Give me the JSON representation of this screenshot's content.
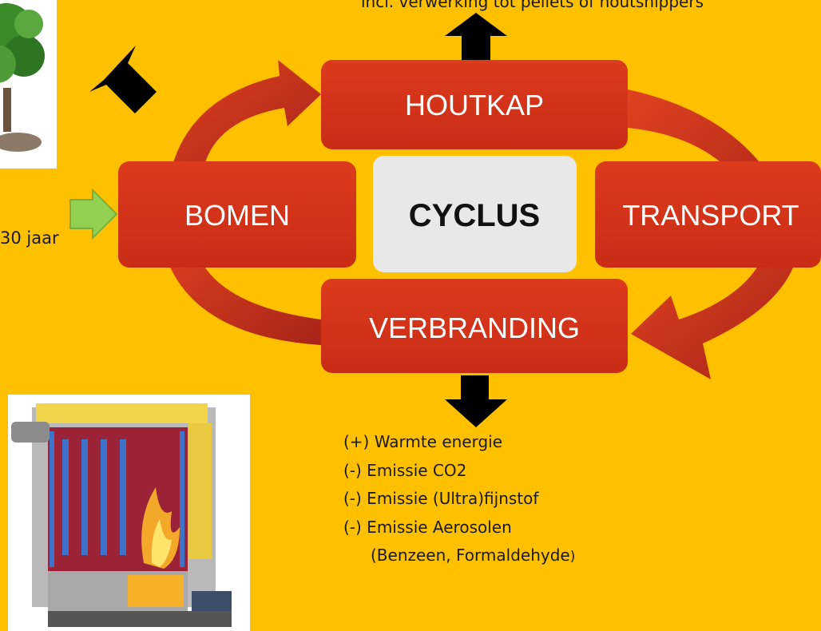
{
  "diagram": {
    "center_label": "CYCLUS",
    "nodes": {
      "top": "HOUTKAP",
      "right": "TRANSPORT",
      "bottom": "VERBRANDING",
      "left": "BOMEN"
    },
    "top_caption": "incl. verwerking tot pellets of houtsnippers",
    "side_note": "30 jaar",
    "effects": [
      "(+) Warmte energie",
      "(-) Emissie CO2",
      "(-) Emissie (Ultra)fijnstof",
      "(-) Emissie Aerosolen"
    ],
    "effects_detail_main": "(Benzeen, Formaldehyde",
    "effects_detail_close": ")",
    "colors": {
      "background": "#FFC000",
      "node_fill": "#D8331A",
      "arrow_fill": "#C0301A",
      "center_fill": "#E8E8E8",
      "green_arrow": "#92D050"
    }
  }
}
